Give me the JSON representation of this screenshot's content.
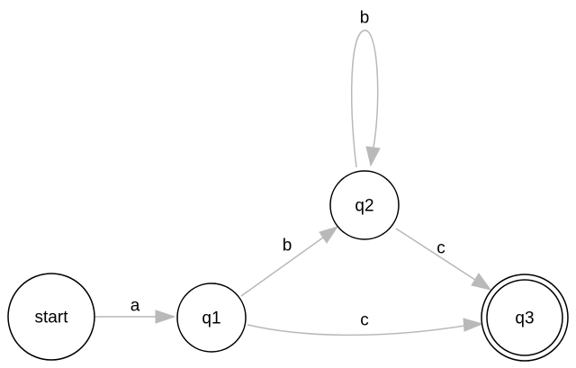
{
  "diagram": {
    "type": "state-machine",
    "colors": {
      "edge": "#b9b9b9",
      "node_stroke": "#000000",
      "node_fill": "#ffffff",
      "text": "#000000"
    },
    "nodes": [
      {
        "id": "start",
        "label": "start",
        "accepting": false
      },
      {
        "id": "q1",
        "label": "q1",
        "accepting": false
      },
      {
        "id": "q2",
        "label": "q2",
        "accepting": false
      },
      {
        "id": "q3",
        "label": "q3",
        "accepting": true
      }
    ],
    "edges": [
      {
        "id": "start-q1",
        "from": "start",
        "to": "q1",
        "label": "a"
      },
      {
        "id": "q1-q2",
        "from": "q1",
        "to": "q2",
        "label": "b"
      },
      {
        "id": "q2-q2",
        "from": "q2",
        "to": "q2",
        "label": "b"
      },
      {
        "id": "q2-q3",
        "from": "q2",
        "to": "q3",
        "label": "c"
      },
      {
        "id": "q1-q3",
        "from": "q1",
        "to": "q3",
        "label": "c"
      }
    ]
  }
}
